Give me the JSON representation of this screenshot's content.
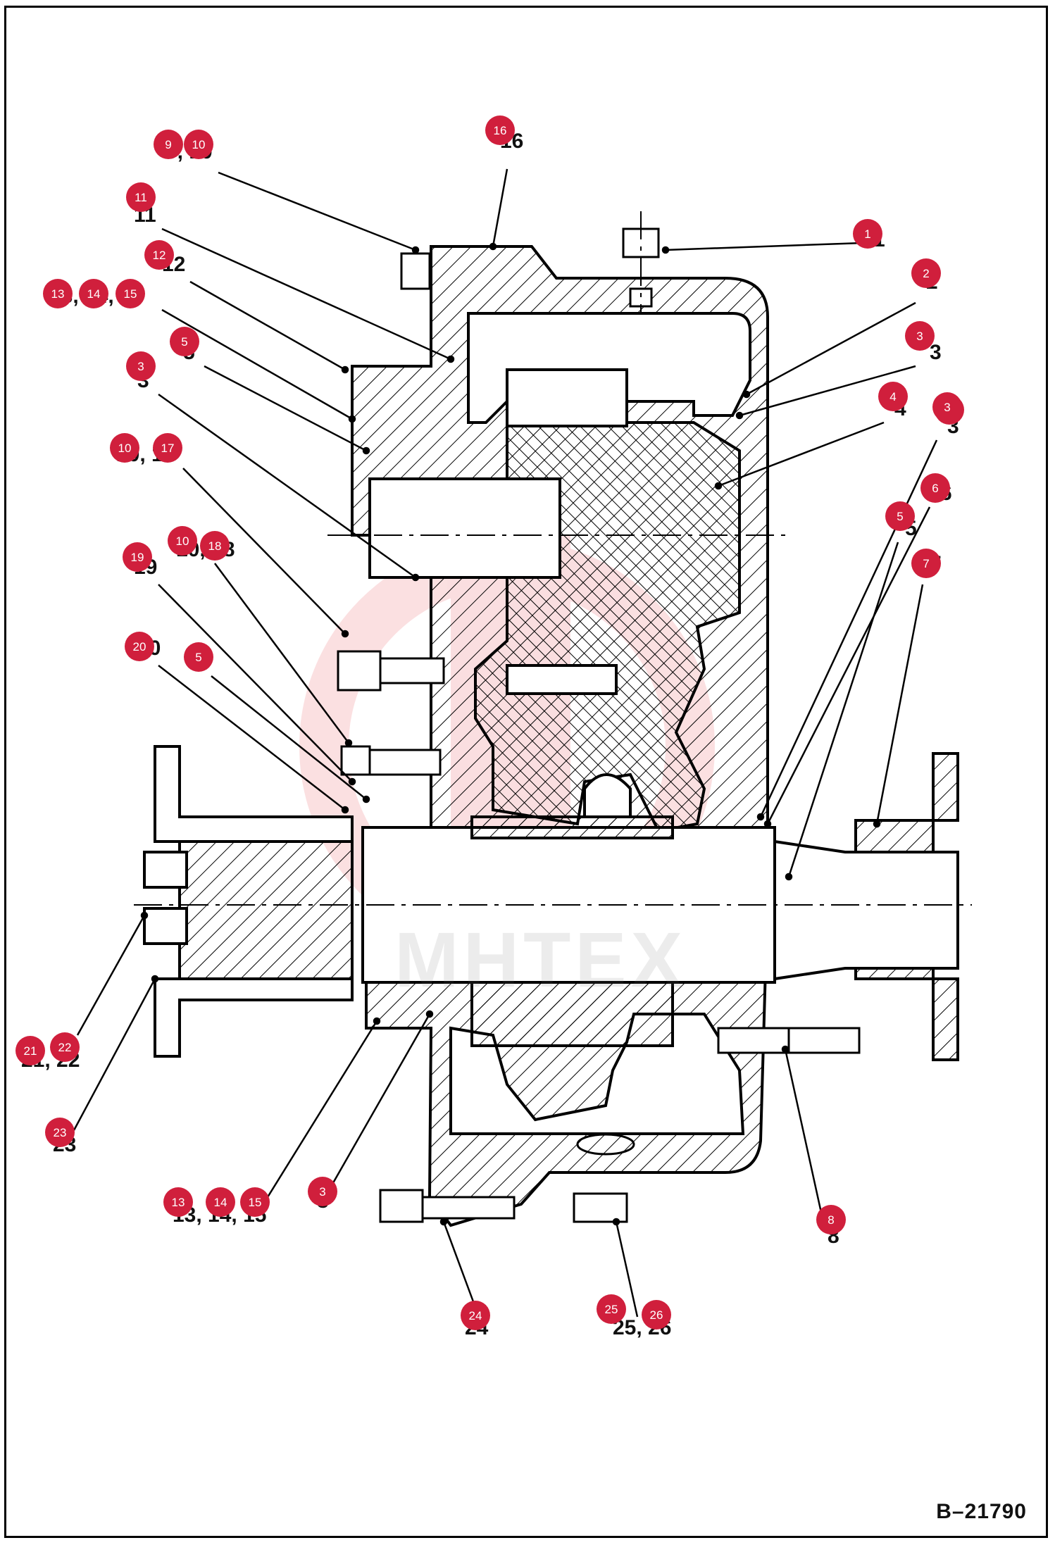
{
  "drawing": {
    "id": "B–21790",
    "watermark": "MHTEX"
  },
  "callouts": [
    {
      "id": "c1",
      "label": "1"
    },
    {
      "id": "c2",
      "label": "2"
    },
    {
      "id": "c3a",
      "label": "3"
    },
    {
      "id": "c3b",
      "label": "3"
    },
    {
      "id": "c4",
      "label": "4"
    },
    {
      "id": "c3c",
      "label": "3"
    },
    {
      "id": "c6",
      "label": "6"
    },
    {
      "id": "c5a",
      "label": "5"
    },
    {
      "id": "c7",
      "label": "7"
    },
    {
      "id": "c8",
      "label": "8"
    },
    {
      "id": "c9-10",
      "label": "9, 10"
    },
    {
      "id": "c16",
      "label": "16"
    },
    {
      "id": "c11",
      "label": "11"
    },
    {
      "id": "c12",
      "label": "12"
    },
    {
      "id": "c13-15a",
      "label": "13, 14, 15"
    },
    {
      "id": "c5b",
      "label": "5"
    },
    {
      "id": "c3d",
      "label": "3"
    },
    {
      "id": "c10-17",
      "label": "10, 17"
    },
    {
      "id": "c10-18",
      "label": "10, 18"
    },
    {
      "id": "c19",
      "label": "19"
    },
    {
      "id": "c20",
      "label": "20"
    },
    {
      "id": "c5c",
      "label": "5"
    },
    {
      "id": "c21-22",
      "label": "21, 22"
    },
    {
      "id": "c23",
      "label": "23"
    },
    {
      "id": "c13-15b",
      "label": "13, 14, 15"
    },
    {
      "id": "c3e",
      "label": "3"
    },
    {
      "id": "c24",
      "label": "24"
    },
    {
      "id": "c25-26",
      "label": "25, 26"
    }
  ],
  "badges": {
    "color": "#d01f3c",
    "items": [
      "1",
      "2",
      "3",
      "3",
      "4",
      "3",
      "6",
      "5",
      "7",
      "8",
      "9",
      "10",
      "16",
      "11",
      "12",
      "13",
      "14",
      "15",
      "5",
      "3",
      "10",
      "17",
      "10",
      "18",
      "19",
      "20",
      "5",
      "21",
      "22",
      "23",
      "13",
      "14",
      "15",
      "3",
      "24",
      "25",
      "26"
    ]
  }
}
